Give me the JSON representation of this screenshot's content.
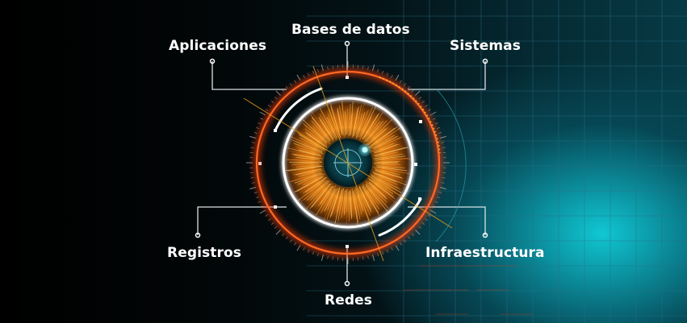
{
  "labels": {
    "apps": "Aplicaciones",
    "databases": "Bases de datos",
    "systems": "Sistemas",
    "logs": "Registros",
    "infrastructure": "Infraestructura",
    "networks": "Redes"
  },
  "colors": {
    "background": "#000000",
    "teal_glow": "#10c7d3",
    "grid_line": "#2a6f86",
    "orange_ring": "#ff5a1a",
    "iris": "#e07c12",
    "pupil": "#0b3a45",
    "label_text": "#ffffff"
  }
}
